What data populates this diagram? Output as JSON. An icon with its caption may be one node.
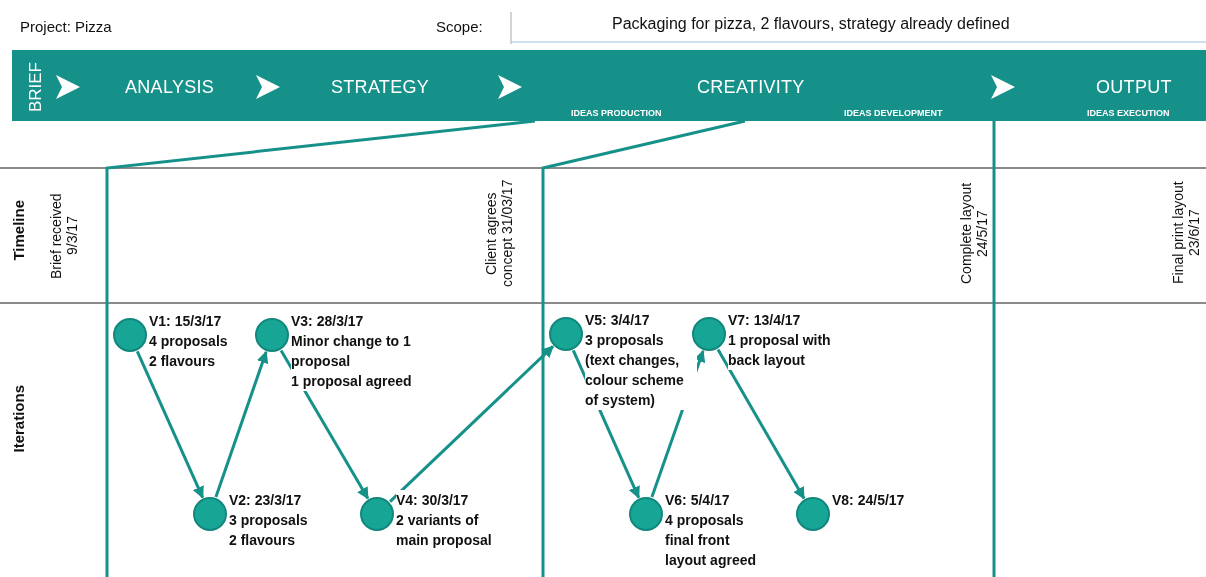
{
  "diagram": {
    "nodes": [
      {
        "text": [],
        "shape": "circle",
        "beside": [
          "V1: 15/3/17",
          "4 proposals",
          "2 flavours"
        ]
      },
      {
        "text": [],
        "shape": "circle",
        "beside": [
          "V2: 23/3/17",
          "3 proposals",
          "2 flavours"
        ]
      },
      {
        "text": [],
        "shape": "circle",
        "beside": [
          "V3: 28/3/17",
          "Minor change to 1 proposal",
          "1 proposal agreed"
        ]
      },
      {
        "text": [],
        "shape": "circle",
        "beside": [
          "V4: 30/3/17",
          "2 variants of main proposal"
        ]
      },
      {
        "text": [],
        "shape": "circle",
        "beside": [
          "V5: 3/4/17",
          "3 proposals",
          "(text changes, colour scheme of system)"
        ]
      },
      {
        "text": [],
        "shape": "circle",
        "beside": [
          "V6: 5/4/17",
          "4 proposals",
          "final front layout agreed"
        ]
      },
      {
        "text": [],
        "shape": "circle",
        "beside": [
          "V7: 13/4/17",
          "1 proposal with back layout"
        ]
      },
      {
        "text": [],
        "shape": "circle",
        "beside": [
          "V8: 24/5/17"
        ]
      }
    ],
    "edges": [
      {
        "from": 0,
        "to": 1,
        "arrow": "to"
      },
      {
        "from": 1,
        "to": 2,
        "arrow": "to"
      },
      {
        "from": 2,
        "to": 3,
        "arrow": "to"
      },
      {
        "from": 3,
        "to": 4,
        "arrow": "to"
      },
      {
        "from": 4,
        "to": 5,
        "arrow": "to"
      },
      {
        "from": 5,
        "to": 6,
        "arrow": "to"
      },
      {
        "from": 6,
        "to": 7,
        "arrow": "to"
      }
    ],
    "labels": [
      "Project: Pizza",
      "Scope:",
      "Packaging for pizza, 2 flavours, strategy already defined",
      "BRIEF",
      "ANALYSIS",
      "STRATEGY",
      "CREATIVITY",
      "OUTPUT",
      "IDEAS PRODUCTION",
      "IDEAS DEVELOPMENT",
      "IDEAS EXECUTION",
      "Timeline",
      "Brief received 9/3/17",
      "Client agrees concept 31/03/17",
      "Complete layout 24/5/17",
      "Final print layout 23/6/17",
      "Iterations"
    ]
  }
}
